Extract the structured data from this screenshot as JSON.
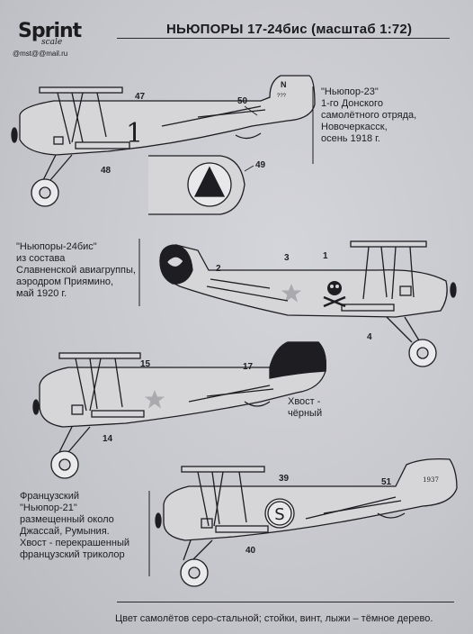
{
  "logo": {
    "word": "Sprint",
    "sub": "scale",
    "email": "@mst@@mail.ru"
  },
  "title": "НЬЮПОРЫ 17-24бис (масштаб 1:72)",
  "aircraft": [
    {
      "caption": [
        "\"Ньюпор-23\"",
        "1-го Донского",
        "самолётного отряда,",
        "Новочеркасск,",
        "осень 1918 г."
      ],
      "callouts": [
        "47",
        "50",
        "48",
        "49"
      ],
      "fuselage_code": "1",
      "tail_letter": "N",
      "tail_small": "???"
    },
    {
      "caption": [
        "\"Ньюпоры-24бис\"",
        "из состава",
        "Славненской авиагруппы,",
        "аэродром Приямино,",
        "май 1920 г."
      ],
      "callouts": [
        "2",
        "3",
        "1",
        "4"
      ]
    },
    {
      "caption": [
        "Хвост -",
        "чёрный"
      ],
      "callouts": [
        "15",
        "17",
        "14"
      ]
    },
    {
      "caption": [
        "Французский",
        "\"Ньюпор-21\"",
        "размещенный около",
        "Джассай, Румыния.",
        "Хвост - перекрашенный",
        "французский триколор"
      ],
      "callouts": [
        "39",
        "51",
        "40"
      ],
      "roundel_letter": "S",
      "tail_code": "1937"
    }
  ],
  "footer": "Цвет самолётов серо-стальной; стойки, винт, лыжи – тёмное дерево.",
  "colors": {
    "paper": "#c9cacf",
    "ink": "#1c1c1f",
    "aircraft": "#d5d5d8",
    "star": "#a9a9ae"
  }
}
